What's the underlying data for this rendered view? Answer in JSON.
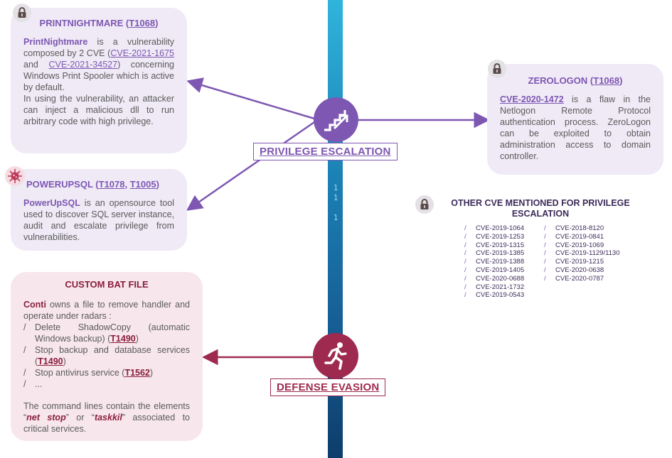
{
  "timeline": {
    "digits": "1\n1\n\n1"
  },
  "privilege_escalation": {
    "label": "PRIVILEGE ESCALATION",
    "color": "#7e57b2"
  },
  "defense_evasion": {
    "label": "DEFENSE EVASION",
    "color": "#9e2a4f"
  },
  "printnightmare": {
    "title": "PRINTNIGHTMARE",
    "technique": "T1068",
    "name": "PrintNightmare",
    "text_1": " is a vulnerability composed by 2 CVE (",
    "cve_1": "CVE-2021-1675",
    "text_and": " and ",
    "cve_2": "CVE-2021-34527",
    "text_2": ") concerning Windows Print Spooler which is active by default.",
    "text_3": "In using the vulnerability, an attacker can inject a malicious dll to run arbitrary code with high privilege."
  },
  "powerupsql": {
    "title": "POWERUPSQL",
    "technique_1": "T1078",
    "technique_2": "T1005",
    "name": "PowerUpSQL",
    "text": " is an opensource tool used to discover SQL server instance, audit and escalate privilege from vulnerabilities."
  },
  "zerologon": {
    "title": "ZEROLOGON",
    "technique": "T1068",
    "cve": "CVE-2020-1472",
    "text": " is a flaw in the Netlogon Remote Protocol authentication process. ZeroLogon can be exploited to obtain administration access to domain controller."
  },
  "other_cve": {
    "title": "OTHER CVE MENTIONED FOR  PRIVILEGE ESCALATION",
    "bullet": "/",
    "col_1": [
      "CVE-2019-1064",
      "CVE-2019-1253",
      "CVE-2019-1315",
      "CVE-2019-1385",
      "CVE-2019-1388",
      "CVE-2019-1405",
      "CVE-2020-0688",
      "CVE-2021-1732",
      "CVE-2019-0543"
    ],
    "col_2": [
      "CVE-2018-8120",
      "CVE-2019-0841",
      "CVE-2019-1069",
      "CVE-2019-1129/1130",
      "CVE-2019-1215",
      "CVE-2020-0638",
      "CVE-2020-0787"
    ]
  },
  "custom_bat": {
    "title": "CUSTOM BAT FILE",
    "actor": "Conti",
    "intro": " owns a file to remove handler and operate under radars :",
    "bullet": "/",
    "item_1": "Delete ShadowCopy (automatic Windows backup) (",
    "item_1_tech": "T1490",
    "item_2": "Stop backup and database services (",
    "item_2_tech": "T1490",
    "item_3": "Stop antivirus service (",
    "item_3_tech": "T1562",
    "item_4": "...",
    "outro_1": "The command lines contain the elements “",
    "kw_1": "net stop",
    "outro_2": "” or “",
    "kw_2": "taskkil",
    "outro_3": "” associated to critical services.",
    "paren_open": " (",
    "paren_close": ")",
    "comma": ", "
  }
}
